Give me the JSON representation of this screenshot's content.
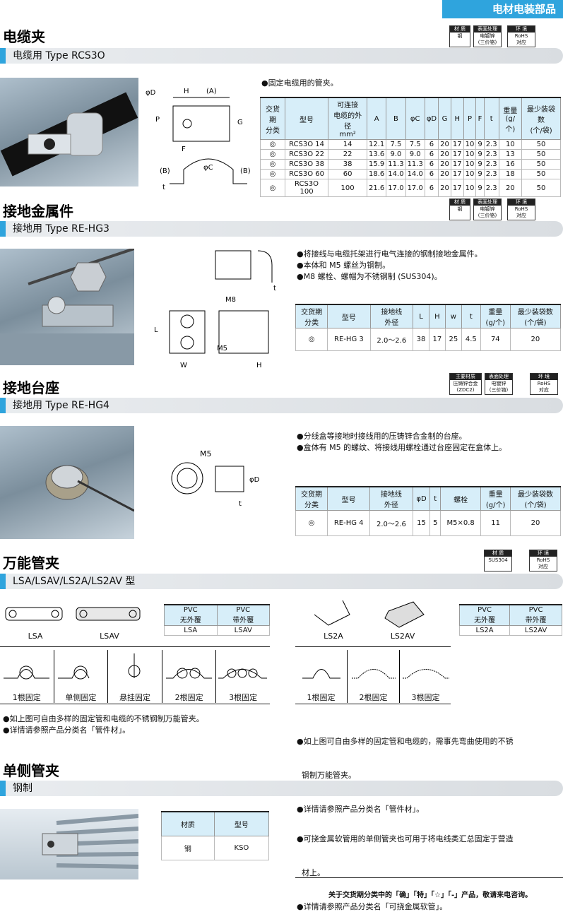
{
  "corner_tag": "电材电装部品",
  "badges": {
    "material_h": "材 质",
    "surface_h": "表面处理",
    "env_h": "环 境",
    "main_material_h": "主要材质",
    "steel": "钢",
    "zinc": "电镀锌",
    "zinc2": "(三价铬)",
    "rohs": "RoHS",
    "rohs2": "对应",
    "zdc": "压铸锌合金",
    "zdc2": "(ZDC2)",
    "sus": "SUS304"
  },
  "s1": {
    "title": "电缆夹",
    "sub": "电缆用  Type RCS3O",
    "bullet": "●固定电缆用的管夹。",
    "dim_labels": [
      "φD",
      "H",
      "(A)",
      "P",
      "G",
      "F",
      "(B)",
      "φC",
      "(B)",
      "t"
    ],
    "headers": [
      "交货期\n分类",
      "型号",
      "可连接\n电缆的外径\nmm²",
      "A",
      "B",
      "φC",
      "φD",
      "G",
      "H",
      "P",
      "F",
      "t",
      "重量\n(g/个)",
      "最少装袋数\n(个/袋)"
    ],
    "rows": [
      [
        "◎",
        "RCS3O 14",
        "14",
        "12.1",
        "7.5",
        "7.5",
        "6",
        "20",
        "17",
        "10",
        "9",
        "2.3",
        "10",
        "50"
      ],
      [
        "◎",
        "RCS3O 22",
        "22",
        "13.6",
        "9.0",
        "9.0",
        "6",
        "20",
        "17",
        "10",
        "9",
        "2.3",
        "13",
        "50"
      ],
      [
        "◎",
        "RCS3O 38",
        "38",
        "15.9",
        "11.3",
        "11.3",
        "6",
        "20",
        "17",
        "10",
        "9",
        "2.3",
        "16",
        "50"
      ],
      [
        "◎",
        "RCS3O 60",
        "60",
        "18.6",
        "14.0",
        "14.0",
        "6",
        "20",
        "17",
        "10",
        "9",
        "2.3",
        "18",
        "50"
      ],
      [
        "◎",
        "RCS3O 100",
        "100",
        "21.6",
        "17.0",
        "17.0",
        "6",
        "20",
        "17",
        "10",
        "9",
        "2.3",
        "20",
        "50"
      ]
    ]
  },
  "s2": {
    "title": "接地金属件",
    "sub": "接地用  Type RE-HG3",
    "bullets": [
      "●将接线与电缆托架进行电气连接的钢制接地金属件。",
      "●本体和 M5 螺丝为钢制。",
      "●M8 螺栓、螺帽为不锈钢制 (SUS304)。"
    ],
    "dim_labels": [
      "t",
      "M8",
      "L",
      "M5",
      "W",
      "H"
    ],
    "headers": [
      "交货期\n分类",
      "型号",
      "接地线\n外径",
      "L",
      "H",
      "w",
      "t",
      "重量\n(g/个)",
      "最少装袋数\n(个/袋)"
    ],
    "row": [
      "◎",
      "RE-HG 3",
      "2.0～2.6",
      "38",
      "17",
      "25",
      "4.5",
      "74",
      "20"
    ]
  },
  "s3": {
    "title": "接地台座",
    "sub": "接地用  Type RE-HG4",
    "bullets": [
      "●分线盒等接地时接线用的压铸锌合金制的台座。",
      "●盒体有 M5 的螺纹、将接线用螺栓通过台座固定在盒体上。"
    ],
    "dim_labels": [
      "M5",
      "φD",
      "t"
    ],
    "headers": [
      "交货期\n分类",
      "型号",
      "接地线\n外径",
      "φD",
      "t",
      "螺栓",
      "重量\n(g/个)",
      "最少装袋数\n(个/袋)"
    ],
    "row": [
      "◎",
      "RE-HG 4",
      "2.0～2.6",
      "15",
      "5",
      "M5×0.8",
      "11",
      "20"
    ]
  },
  "s4": {
    "title": "万能管夹",
    "sub": "LSA/LSAV/LS2A/LS2AV 型",
    "left_labels": [
      "LSA",
      "LSAV"
    ],
    "left_table_head": [
      "PVC\n无外覆",
      "PVC\n带外覆"
    ],
    "left_table_row": [
      "LSA",
      "LSAV"
    ],
    "right_labels": [
      "LS2A",
      "LS2AV"
    ],
    "right_table_head": [
      "PVC\n无外覆",
      "PVC\n带外覆"
    ],
    "right_table_row": [
      "LS2A",
      "LS2AV"
    ],
    "left_uses": [
      "1根固定",
      "单侧固定",
      "悬挂固定",
      "2根固定",
      "3根固定"
    ],
    "right_uses": [
      "1根固定",
      "2根固定",
      "3根固定"
    ],
    "left_bullets": [
      "●如上图可自由多样的固定管和电缆的不锈钢制万能管夹。",
      "●详情请参照产品分类名「管件材」。"
    ],
    "right_bullets": [
      "●如上图可自由多样的固定管和电缆的，需事先弯曲使用的不锈",
      "  钢制万能管夹。",
      "●详情请参照产品分类名「管件材」。"
    ]
  },
  "s5": {
    "title": "单侧管夹",
    "sub": "钢制",
    "table_head": [
      "材质",
      "型号"
    ],
    "table_row": [
      "钢",
      "KSO"
    ],
    "bullets": [
      "●可挠金属软管用的单侧管夹也可用于将电线类汇总固定于营造",
      "  材上。",
      "●详情请参照产品分类名「可挠金属软管」。"
    ]
  },
  "footer": "关于交货期分类中的「确」「特」「☆」「-」产品，敬请来电咨询。"
}
